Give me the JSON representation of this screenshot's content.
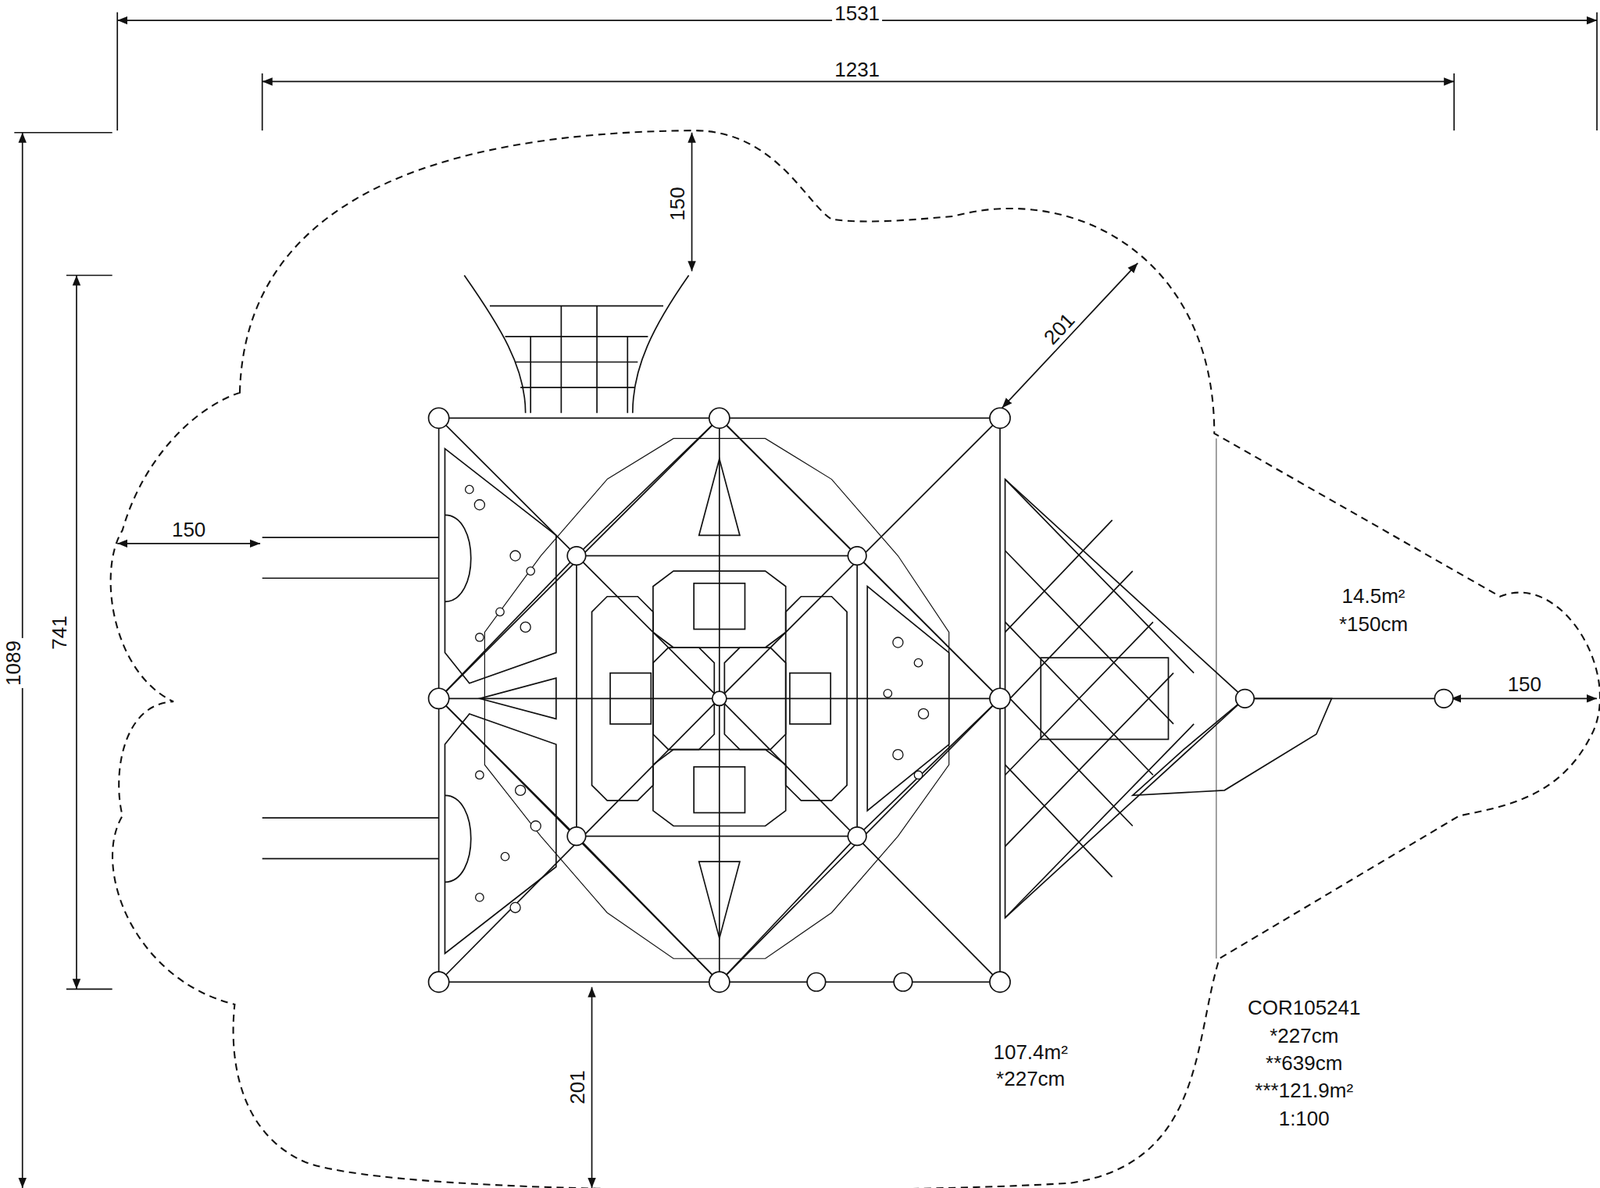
{
  "diagram": {
    "labels": [
      "1531",
      "1231",
      "150",
      "201",
      "150",
      "741",
      "1089",
      "150",
      "201",
      "14.5m²",
      "*150cm",
      "107.4m²",
      "*227cm",
      "COR105241",
      "*227cm",
      "**639cm",
      "***121.9m²",
      "1:100"
    ]
  }
}
